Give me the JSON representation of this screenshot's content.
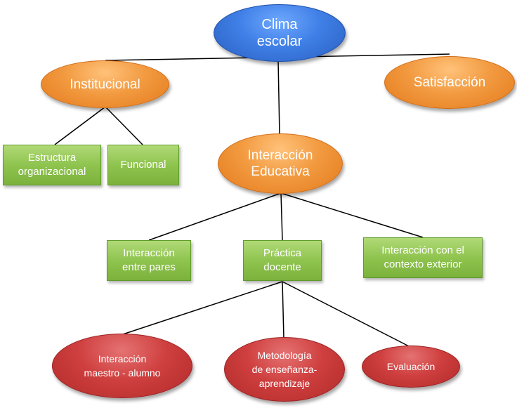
{
  "diagram": {
    "nodes": {
      "clima": "Clima\nescolar",
      "institucional": "Institucional",
      "satisfaccion": "Satisfacción",
      "estructura": "Estructura\norganizacional",
      "funcional": "Funcional",
      "interaccion_educativa": "Interacción\nEducativa",
      "interaccion_pares": "Interacción\nentre pares",
      "practica_docente": "Práctica\ndocente",
      "interaccion_contexto": "Interacción con el\ncontexto exterior",
      "interaccion_maestro": "Interacción\nmaestro - alumno",
      "metodologia": "Metodología\nde enseñanza-\naprendizaje",
      "evaluacion": "Evaluación"
    },
    "edges": [
      [
        "clima",
        "institucional"
      ],
      [
        "clima",
        "satisfaccion"
      ],
      [
        "clima",
        "interaccion_educativa"
      ],
      [
        "institucional",
        "estructura"
      ],
      [
        "institucional",
        "funcional"
      ],
      [
        "interaccion_educativa",
        "interaccion_pares"
      ],
      [
        "interaccion_educativa",
        "practica_docente"
      ],
      [
        "interaccion_educativa",
        "interaccion_contexto"
      ],
      [
        "practica_docente",
        "interaccion_maestro"
      ],
      [
        "practica_docente",
        "metodologia"
      ],
      [
        "practica_docente",
        "evaluacion"
      ]
    ],
    "colors": {
      "root": "#3f7fe6",
      "category": "#f29a40",
      "subcategory": "#8fc44f",
      "leaf": "#cf3f3f",
      "connector": "#000000"
    }
  }
}
